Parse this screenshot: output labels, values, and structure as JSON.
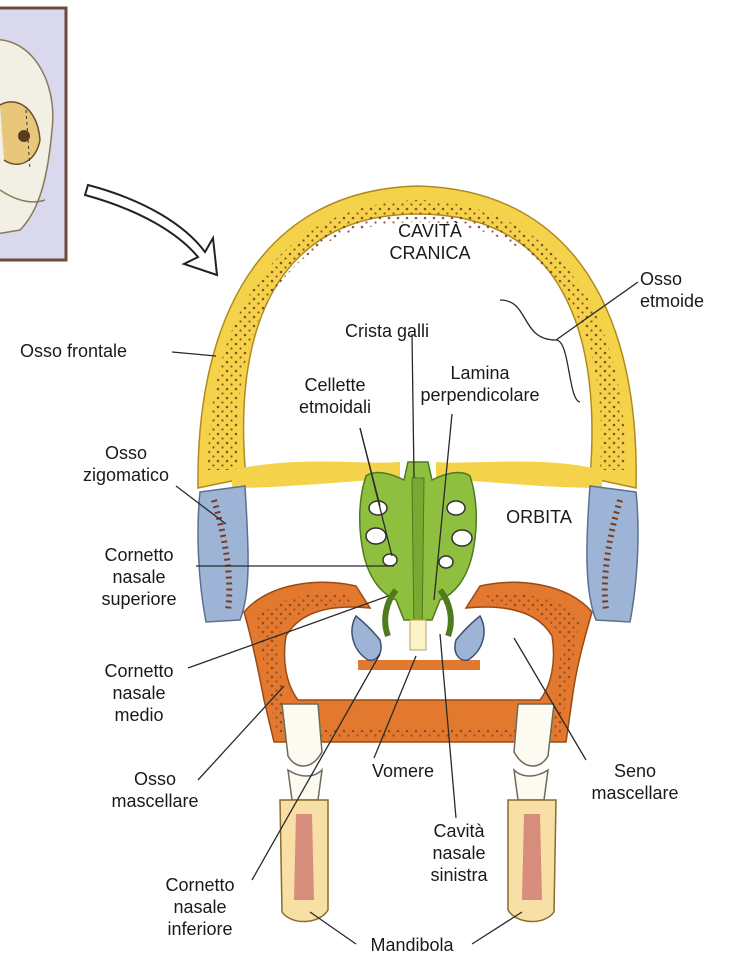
{
  "labels": {
    "cavita_cranica": "CAVITÀ\nCRANICA",
    "osso_etmoide": "Osso\netmoide",
    "crista_galli": "Crista galli",
    "osso_frontale": "Osso frontale",
    "lamina_perpendicolare": "Lamina\nperpendicolare",
    "cellette_etmoidali": "Cellette\netmoidali",
    "osso_zigomatico": "Osso\nzigomatico",
    "orbita": "ORBITA",
    "cornetto_nasale_superiore": "Cornetto\nnasale\nsuperiore",
    "cornetto_nasale_medio": "Cornetto\nnasale\nmedio",
    "osso_mascellare": "Osso\nmascellare",
    "vomere": "Vomere",
    "seno_mascellare": "Seno\nmascellare",
    "cavita_nasale_sinistra": "Cavità\nnasale\nsinistra",
    "cornetto_nasale_inferiore": "Cornetto\nnasale\ninferiore",
    "mandibola": "Mandibola"
  },
  "colors": {
    "frontal_bone": "#f4d24a",
    "ethmoid_bone": "#8fbf3f",
    "maxilla_bone": "#e2792e",
    "zygomatic_bone": "#9db4d6",
    "marrow_dots": "#7a3b1e",
    "tooth": "#fdfbf1",
    "leader_line": "#2a2a2a",
    "inset_panel": "#d9d8ec"
  }
}
